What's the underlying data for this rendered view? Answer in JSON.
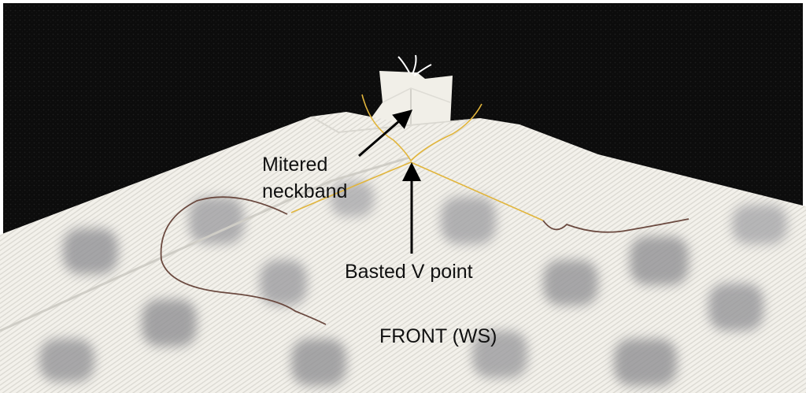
{
  "labels": {
    "mitered_line1": "Mitered",
    "mitered_line2": "neckband",
    "basted": "Basted V point",
    "front": "FRONT (WS)"
  },
  "colors": {
    "frame": "#ffffff",
    "background_felt": "#0c0c0c",
    "fabric": "#f2f0ea",
    "fabric_shadow_spots": "#8a8a8e",
    "thread_brown": "#6b4a40",
    "thread_yellow": "#e1b53c",
    "arrow": "#000000"
  }
}
